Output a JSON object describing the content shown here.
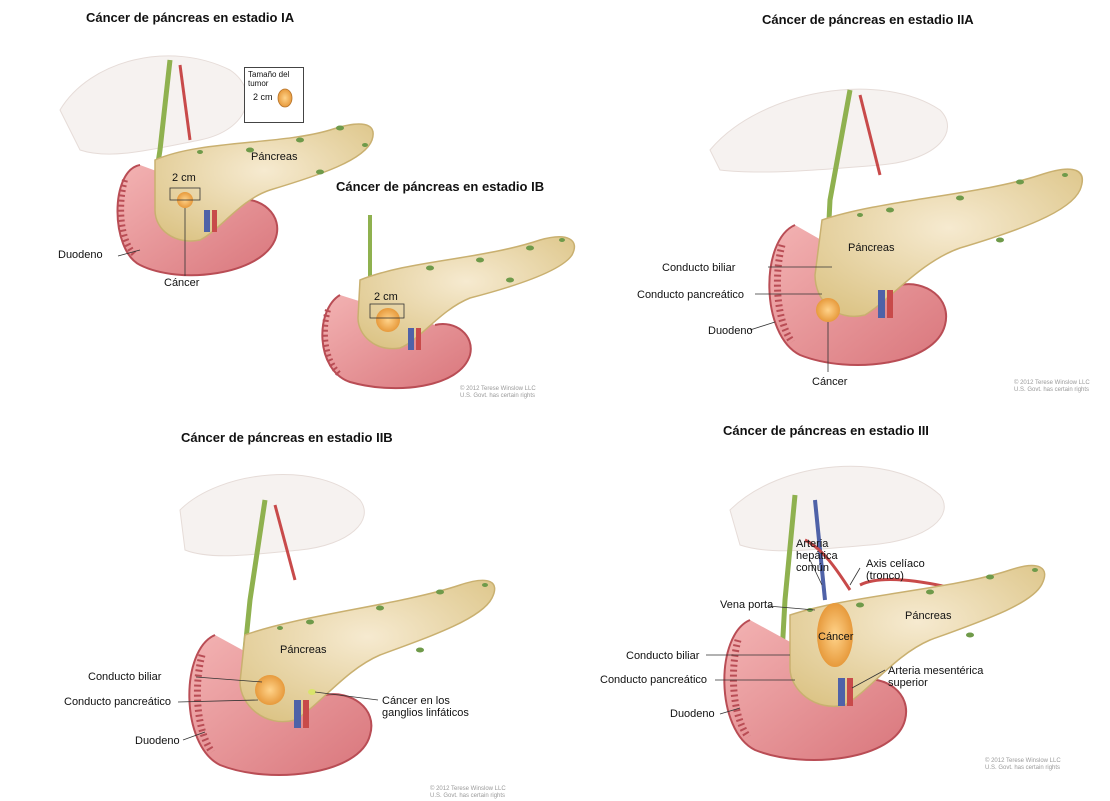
{
  "panels": {
    "ia": {
      "title": "Cáncer de páncreas en estadio IA",
      "labels": {
        "pancreas": "Páncreas",
        "size": "2 cm",
        "duodeno": "Duodeno",
        "cancer": "Cáncer"
      },
      "legend": {
        "title": "Tamaño del tumor",
        "value": "2 cm"
      }
    },
    "ib": {
      "title": "Cáncer de páncreas en estadio IB",
      "labels": {
        "size": "2 cm"
      },
      "copyright": [
        "© 2012 Terese Winslow LLC",
        "U.S. Govt. has certain rights"
      ]
    },
    "iia": {
      "title": "Cáncer de páncreas en estadio IIA",
      "labels": {
        "pancreas": "Páncreas",
        "conducto_biliar": "Conducto biliar",
        "conducto_pancreatico": "Conducto pancreático",
        "duodeno": "Duodeno",
        "cancer": "Cáncer"
      },
      "copyright": [
        "© 2012 Terese Winslow LLC",
        "U.S. Govt. has certain rights"
      ]
    },
    "iib": {
      "title": "Cáncer de páncreas en estadio IIB",
      "labels": {
        "pancreas": "Páncreas",
        "conducto_biliar": "Conducto biliar",
        "conducto_pancreatico": "Conducto pancreático",
        "duodeno": "Duodeno",
        "ganglios": "Cáncer en los ganglios linfáticos"
      },
      "copyright": [
        "© 2012 Terese Winslow LLC",
        "U.S. Govt. has certain rights"
      ]
    },
    "iii": {
      "title": "Cáncer de páncreas en estadio III",
      "labels": {
        "arteria_hepatica": "Arteria hepática común",
        "axis_celiaco": "Axis celíaco (tronco)",
        "vena_porta": "Vena porta",
        "pancreas": "Páncreas",
        "cancer": "Cáncer",
        "conducto_biliar": "Conducto biliar",
        "conducto_pancreatico": "Conducto pancreático",
        "duodeno": "Duodeno",
        "arteria_mesenterica": "Arteria mesentérica superior"
      },
      "copyright": [
        "© 2012 Terese Winslow LLC",
        "U.S. Govt. has certain rights"
      ]
    }
  },
  "colors": {
    "pancreas": "#ead9a3",
    "pancreas_edge": "#c9b070",
    "duodenum": "#e48b8f",
    "duodenum_dark": "#b94d55",
    "tumor": "#f0b25a",
    "vessel_red": "#c84a4a",
    "vessel_blue": "#4f62a8",
    "duct_green": "#8fb14f",
    "node": "#6f9a4a"
  }
}
